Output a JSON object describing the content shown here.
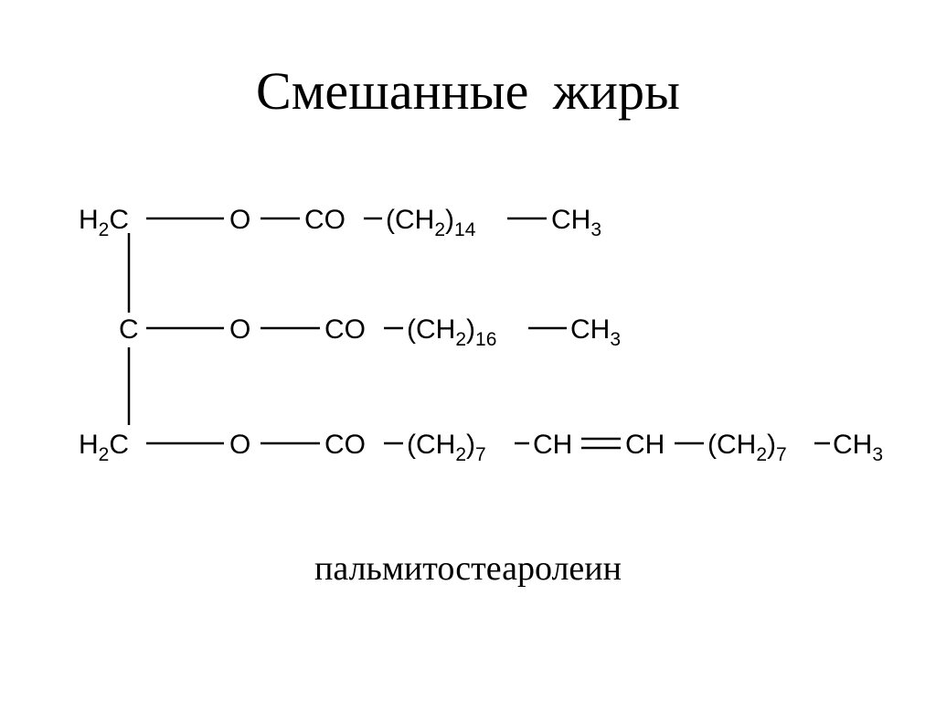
{
  "title": "Смешанные жиры",
  "compound_name": "пальмитостеаролеин",
  "formula": {
    "row1": {
      "carbon": {
        "main": "H",
        "sub": "2",
        "tail": "C"
      },
      "oxygen": "O",
      "carbonyl": "CO",
      "chain": {
        "open": "(CH",
        "sub": "2",
        "close": ")",
        "count": "14"
      },
      "end": {
        "main": "CH",
        "sub": "3"
      }
    },
    "row2": {
      "carbon": "C",
      "oxygen": "O",
      "carbonyl": "CO",
      "chain": {
        "open": "(CH",
        "sub": "2",
        "close": ")",
        "count": "16"
      },
      "end": {
        "main": "CH",
        "sub": "3"
      }
    },
    "row3": {
      "carbon": {
        "main": "H",
        "sub": "2",
        "tail": "C"
      },
      "oxygen": "O",
      "carbonyl": "CO",
      "chain1": {
        "open": "(CH",
        "sub": "2",
        "close": ")",
        "count": "7"
      },
      "ch1": "CH",
      "ch2": "CH",
      "chain2": {
        "open": "(CH",
        "sub": "2",
        "close": ")",
        "count": "7"
      },
      "end": {
        "main": "CH",
        "sub": "3"
      }
    }
  }
}
